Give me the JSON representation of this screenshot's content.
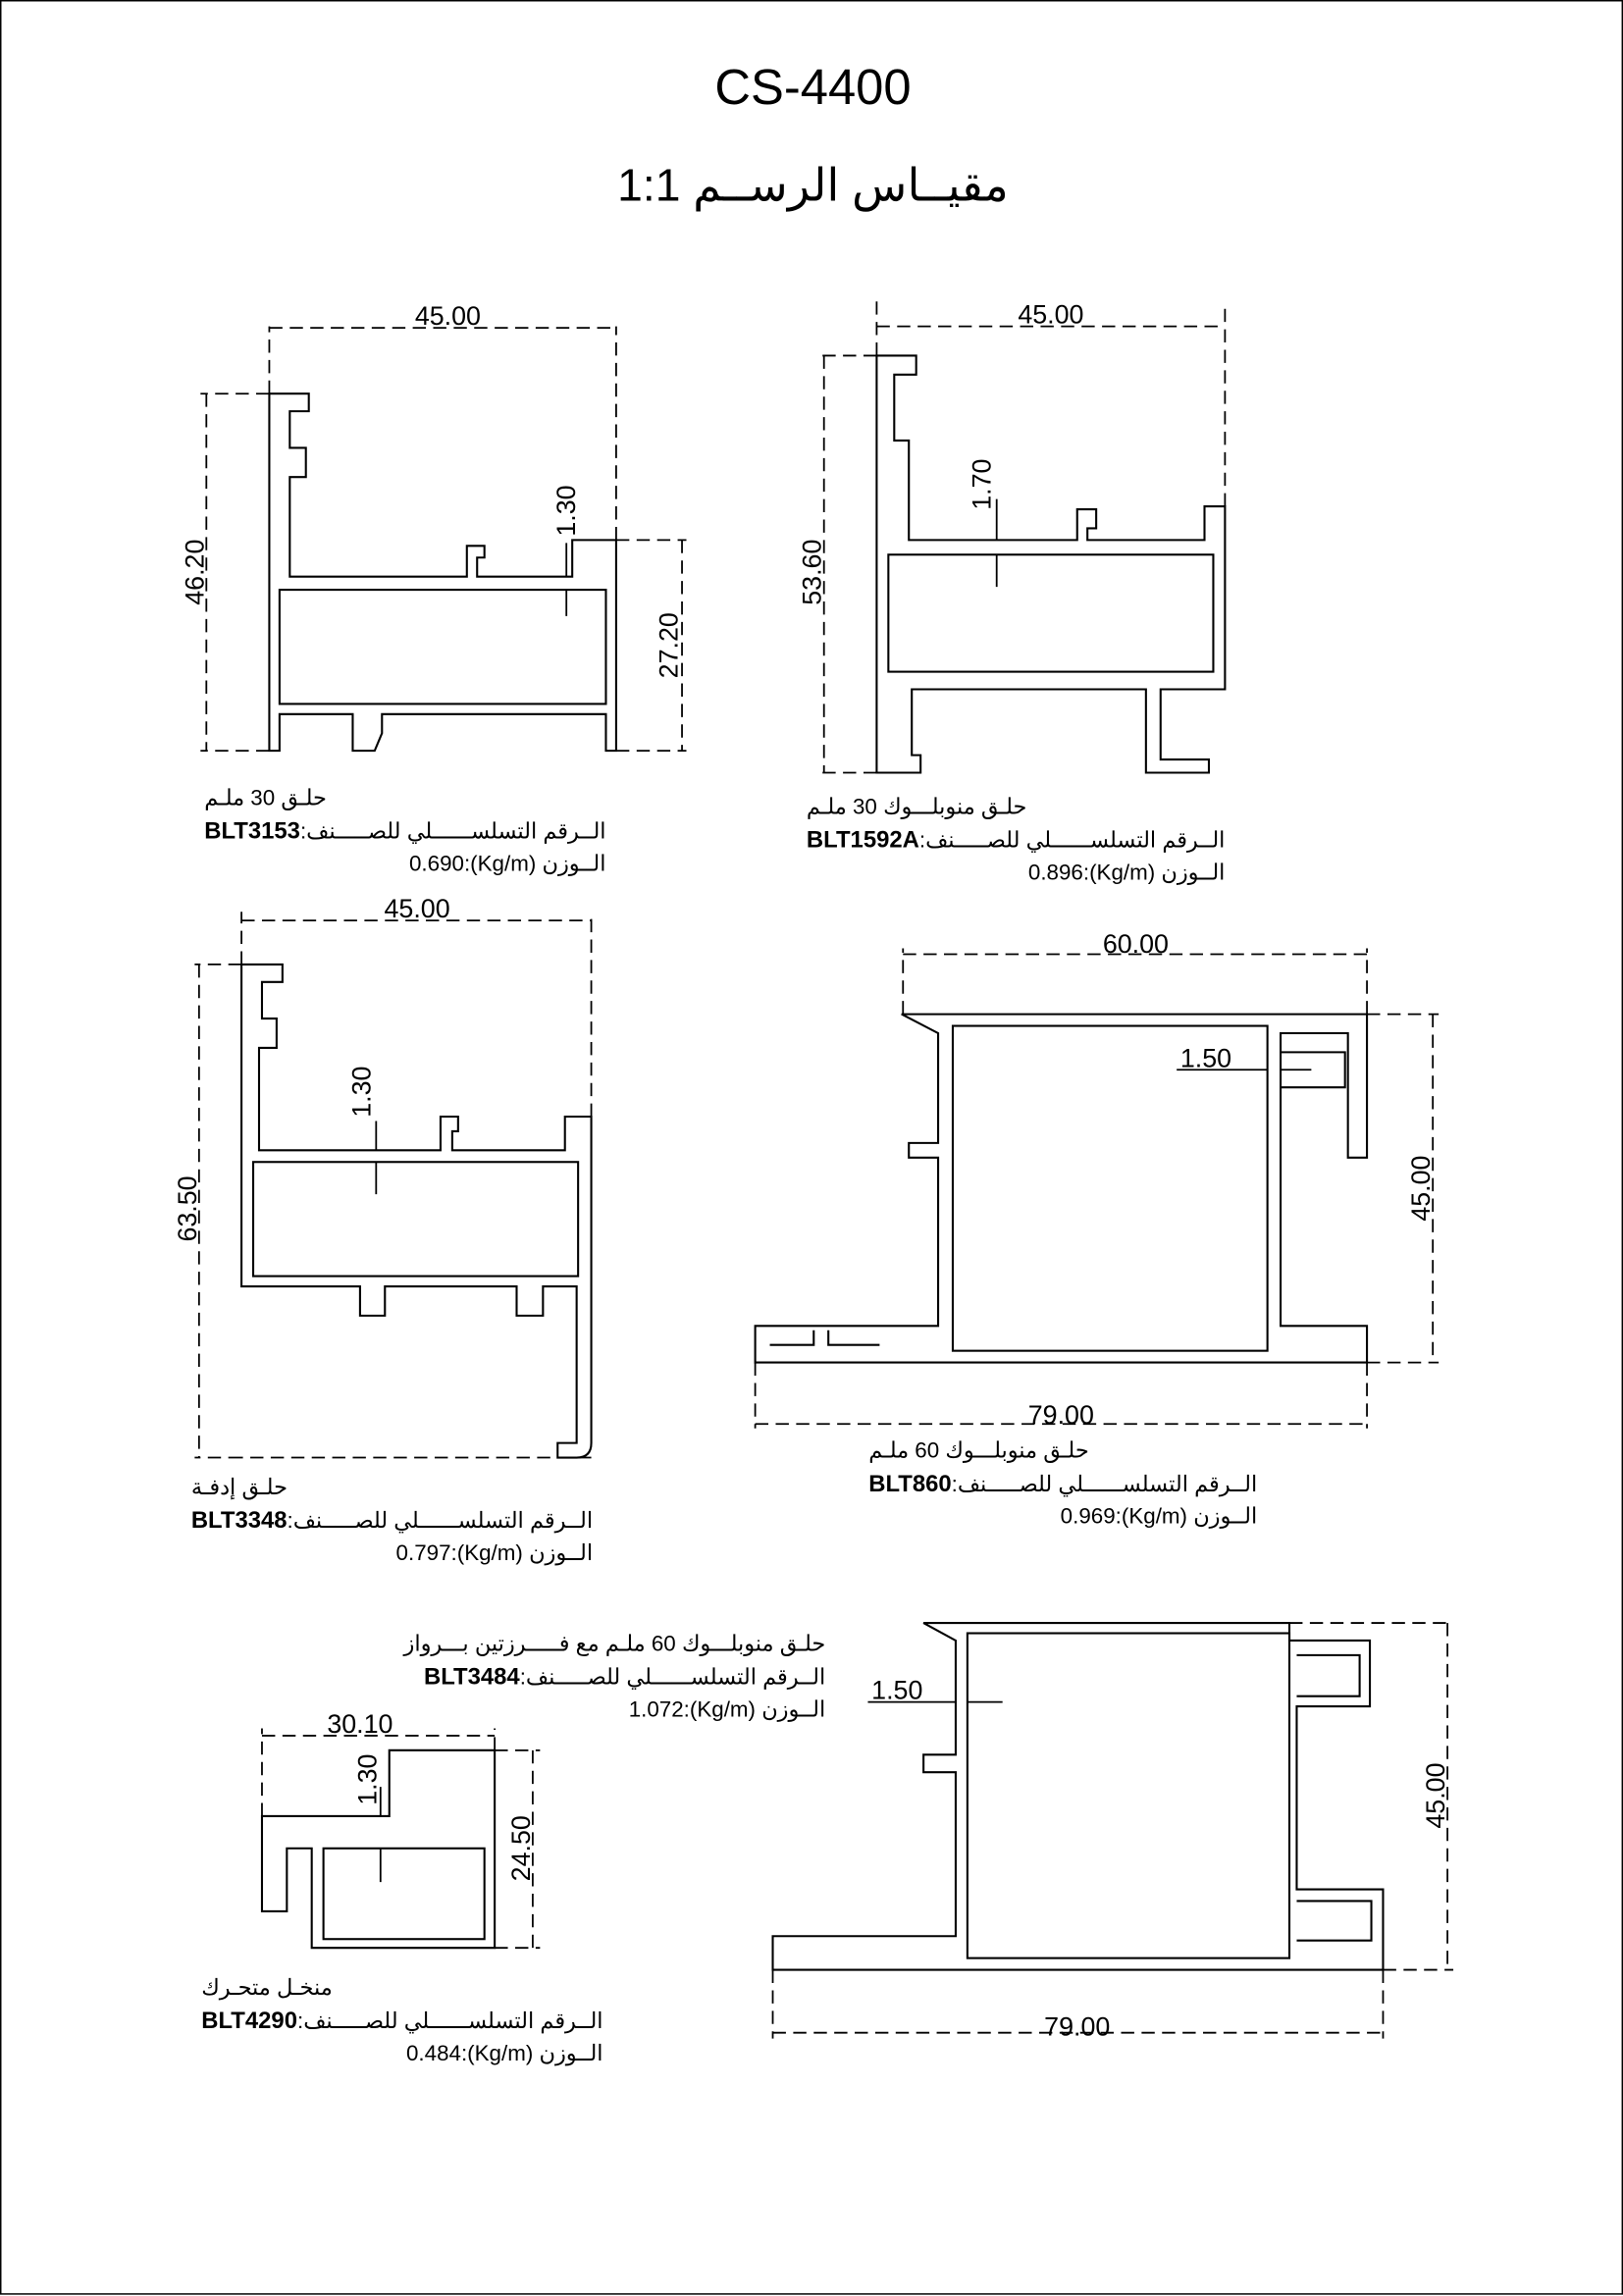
{
  "header": {
    "title": "CS-4400",
    "scale": "مقيــاس الرســم 1:1"
  },
  "profiles": [
    {
      "name": "حلـق 30 ملـم",
      "serial_label": "الــرقم التسلســــــلي للصـــــنف:",
      "code": "BLT3153",
      "weight_label": "الــوزن",
      "weight": "0.690:(Kg/m)",
      "dims": [
        "45.00",
        "46.20",
        "27.20",
        "1.30"
      ]
    },
    {
      "name": "حلـق منوبلـــوك 30 ملـم",
      "serial_label": "الــرقم التسلســــــلي للصـــــنف:",
      "code": "BLT1592A",
      "weight_label": "الــوزن",
      "weight": "0.896:(Kg/m)",
      "dims": [
        "45.00",
        "53.60",
        "1.70"
      ]
    },
    {
      "name": "حلـق إدفـة",
      "serial_label": "الــرقم التسلســــــلي للصـــــنف:",
      "code": "BLT3348",
      "weight_label": "الــوزن",
      "weight": "0.797:(Kg/m)",
      "dims": [
        "45.00",
        "63.50",
        "1.30"
      ]
    },
    {
      "name": "حلـق منوبلـــوك 60 ملـم",
      "serial_label": "الــرقم التسلســــــلي للصـــــنف:",
      "code": "BLT860",
      "weight_label": "الــوزن",
      "weight": "0.969:(Kg/m)",
      "dims": [
        "60.00",
        "45.00",
        "79.00",
        "1.50"
      ]
    },
    {
      "name": "حلـق منوبلـــوك 60 ملـم مع فـــــرزتين بـــرواز",
      "serial_label": "الــرقم التسلســــــلي للصـــــنف:",
      "code": "BLT3484",
      "weight_label": "الــوزن",
      "weight": "1.072:(Kg/m)",
      "dims": [
        "45.00",
        "79.00",
        "1.50"
      ]
    },
    {
      "name": "منخـل متحـرك",
      "serial_label": "الــرقم التسلســــــلي للصـــــنف:",
      "code": "BLT4290",
      "weight_label": "الــوزن",
      "weight": "0.484:(Kg/m)",
      "dims": [
        "30.10",
        "24.50",
        "1.30"
      ]
    }
  ]
}
